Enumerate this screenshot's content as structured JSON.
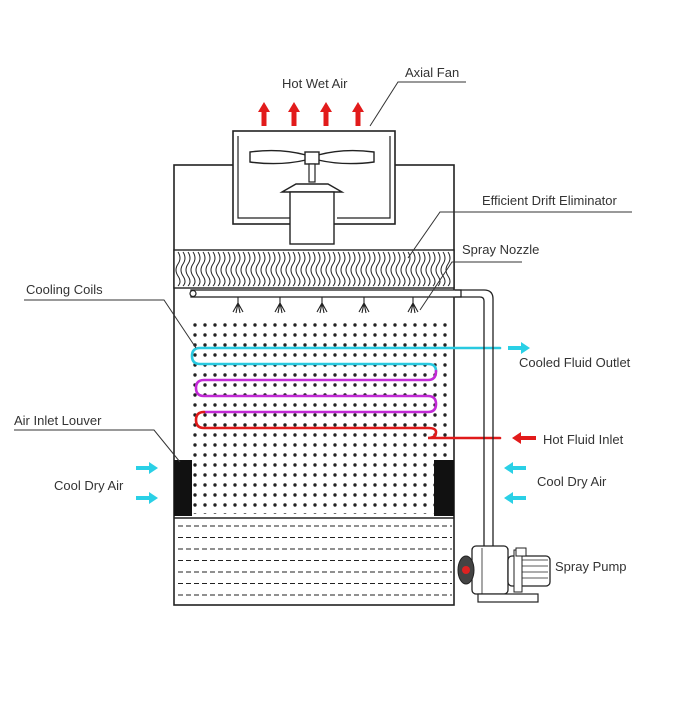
{
  "labels": {
    "hot_wet_air": "Hot Wet Air",
    "axial_fan": "Axial Fan",
    "drift_eliminator": "Efficient Drift Eliminator",
    "spray_nozzle": "Spray Nozzle",
    "cooling_coils": "Cooling Coils",
    "cooled_fluid_outlet": "Cooled Fluid Outlet",
    "air_inlet_louver": "Air Inlet Louver",
    "hot_fluid_inlet": "Hot Fluid Inlet",
    "cool_dry_air_left": "Cool Dry Air",
    "cool_dry_air_right": "Cool Dry Air",
    "spray_pump": "Spray Pump"
  },
  "colors": {
    "hot_arrow": "#e21b1b",
    "cool_arrow": "#2ad0e6",
    "coil_cool": "#29c9e0",
    "coil_mid": "#c22ad6",
    "coil_hot": "#e01a1a",
    "line": "#222222"
  }
}
